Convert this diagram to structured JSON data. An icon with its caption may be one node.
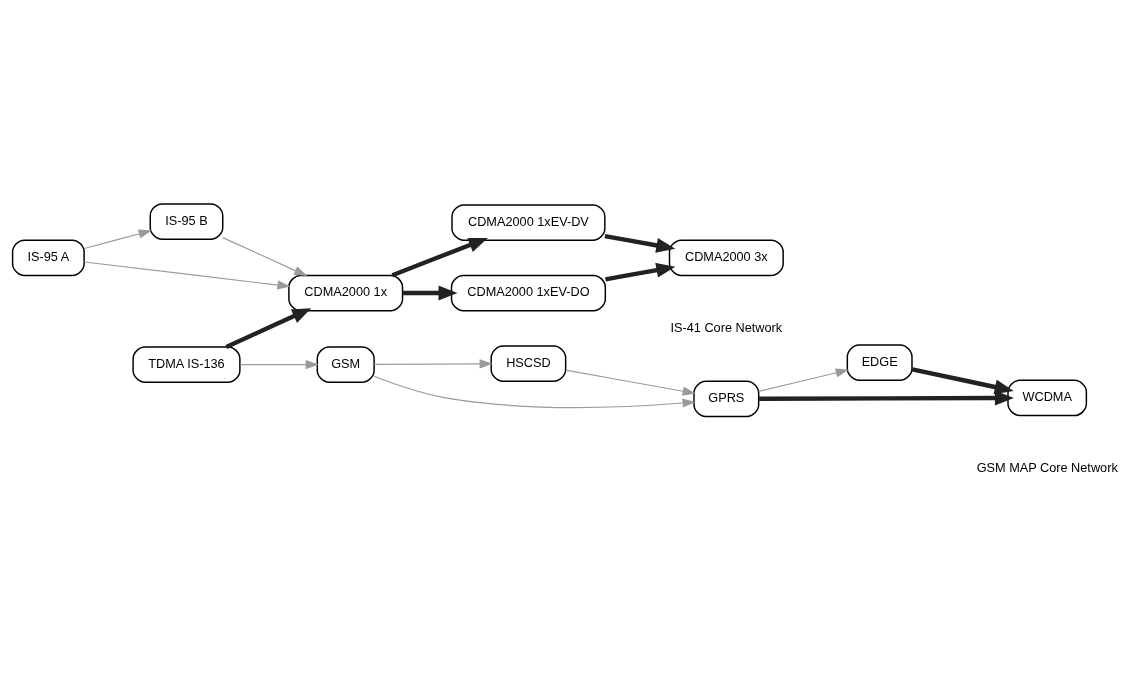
{
  "diagram": {
    "nodes": [
      {
        "text": [
          "IS-95 A"
        ]
      },
      {
        "text": [
          "IS-95 B"
        ]
      },
      {
        "text": [
          "CDMA2000 1x"
        ]
      },
      {
        "text": [
          "CDMA2000 1xEV-DV"
        ]
      },
      {
        "text": [
          "CDMA2000 1xEV-DO"
        ]
      },
      {
        "text": [
          "CDMA2000 3x"
        ]
      },
      {
        "text": [
          "TDMA IS-136"
        ]
      },
      {
        "text": [
          "GSM"
        ]
      },
      {
        "text": [
          "HSCSD"
        ]
      },
      {
        "text": [
          "GPRS"
        ]
      },
      {
        "text": [
          "EDGE"
        ]
      },
      {
        "text": [
          "WCDMA"
        ]
      }
    ],
    "edges": [
      {
        "from": 0,
        "to": 1,
        "arrow": "to"
      },
      {
        "from": 1,
        "to": 2,
        "arrow": "to"
      },
      {
        "from": 0,
        "to": 2,
        "arrow": "to"
      },
      {
        "from": 2,
        "to": 3,
        "arrow": "to",
        "style": "thick",
        "color": "#222222"
      },
      {
        "from": 2,
        "to": 4,
        "arrow": "to",
        "style": "thick",
        "color": "#222222"
      },
      {
        "from": 3,
        "to": 5,
        "arrow": "to",
        "style": "thick",
        "color": "#222222"
      },
      {
        "from": 4,
        "to": 5,
        "arrow": "to",
        "style": "thick",
        "color": "#222222"
      },
      {
        "from": 6,
        "to": 2,
        "arrow": "to",
        "style": "thick",
        "color": "#222222"
      },
      {
        "from": 6,
        "to": 7,
        "arrow": "to"
      },
      {
        "from": 7,
        "to": 8,
        "arrow": "to"
      },
      {
        "from": 7,
        "to": 9,
        "arrow": "to"
      },
      {
        "from": 8,
        "to": 9,
        "arrow": "to"
      },
      {
        "from": 9,
        "to": 10,
        "arrow": "to"
      },
      {
        "from": 9,
        "to": 11,
        "arrow": "to",
        "style": "thick",
        "color": "#222222"
      },
      {
        "from": 10,
        "to": 11,
        "arrow": "to",
        "style": "thick",
        "color": "#222222"
      }
    ],
    "labels": [
      "IS-41 Core Network",
      "GSM MAP Core Network"
    ]
  }
}
